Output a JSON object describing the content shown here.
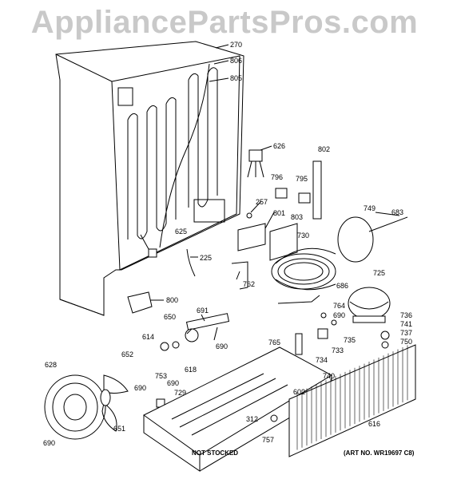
{
  "watermark": "AppliancePartsPros.com",
  "art_number": "(ART NO. WR19697 C8)",
  "not_stocked": "NOT STOCKED",
  "parts": [
    {
      "label": "270",
      "name": "part-270-tube"
    },
    {
      "label": "806",
      "name": "part-806-clip"
    },
    {
      "label": "805",
      "name": "part-805-clip"
    },
    {
      "label": "626",
      "name": "part-626-bracket"
    },
    {
      "label": "802",
      "name": "part-802-harness"
    },
    {
      "label": "796",
      "name": "part-796-connector"
    },
    {
      "label": "795",
      "name": "part-795-connector"
    },
    {
      "label": "257",
      "name": "part-257-screw"
    },
    {
      "label": "801",
      "name": "part-801-board"
    },
    {
      "label": "803",
      "name": "part-803-cover"
    },
    {
      "label": "749",
      "name": "part-749-shroud"
    },
    {
      "label": "683",
      "name": "part-683-rod"
    },
    {
      "label": "625",
      "name": "part-625-bracket"
    },
    {
      "label": "225",
      "name": "part-225-drain-tube"
    },
    {
      "label": "730",
      "name": "part-730-condenser"
    },
    {
      "label": "762",
      "name": "part-762-tube"
    },
    {
      "label": "725",
      "name": "part-725-compressor"
    },
    {
      "label": "686",
      "name": "part-686-grommet"
    },
    {
      "label": "800",
      "name": "part-800-terminal"
    },
    {
      "label": "764",
      "name": "part-764-tube"
    },
    {
      "label": "690",
      "name": "part-690-screw"
    },
    {
      "label": "736",
      "name": "part-736-grommet"
    },
    {
      "label": "741",
      "name": "part-741-sleeve"
    },
    {
      "label": "691",
      "name": "part-691-bracket"
    },
    {
      "label": "650",
      "name": "part-650-motor"
    },
    {
      "label": "737",
      "name": "part-737-clip"
    },
    {
      "label": "750",
      "name": "part-750-mount"
    },
    {
      "label": "765",
      "name": "part-765-tube"
    },
    {
      "label": "735",
      "name": "part-735-relay"
    },
    {
      "label": "614",
      "name": "part-614-bearing"
    },
    {
      "label": "733",
      "name": "part-733-overload"
    },
    {
      "label": "690",
      "name": "part-690-screw-b"
    },
    {
      "label": "652",
      "name": "part-652-clip"
    },
    {
      "label": "618",
      "name": "part-618-mount"
    },
    {
      "label": "734",
      "name": "part-734-capacitor"
    },
    {
      "label": "628",
      "name": "part-628-fan-shroud"
    },
    {
      "label": "753",
      "name": "part-753-screw"
    },
    {
      "label": "740",
      "name": "part-740-cap"
    },
    {
      "label": "690",
      "name": "part-690-screw-c"
    },
    {
      "label": "690",
      "name": "part-690-screw-d"
    },
    {
      "label": "729",
      "name": "part-729-clip"
    },
    {
      "label": "602",
      "name": "part-602-screw"
    },
    {
      "label": "651",
      "name": "part-651-fan-blade"
    },
    {
      "label": "312",
      "name": "part-312-roller"
    },
    {
      "label": "616",
      "name": "part-616-grille"
    },
    {
      "label": "757",
      "name": "part-757-screw"
    },
    {
      "label": "690",
      "name": "part-690-screw-e"
    }
  ]
}
